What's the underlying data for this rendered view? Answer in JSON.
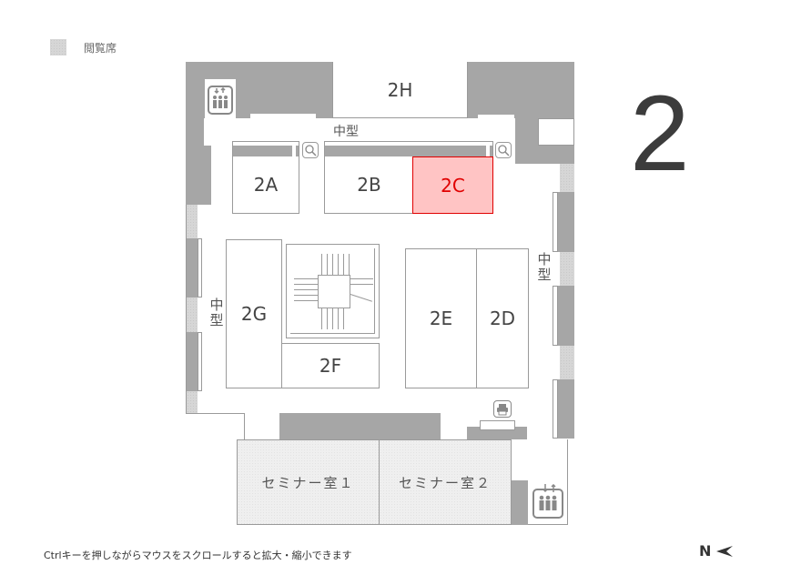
{
  "legend": {
    "swatch_label": "閲覧席",
    "swatch_color": "#d6d6d6"
  },
  "floor": {
    "number": "2"
  },
  "rooms": {
    "2A": "2A",
    "2B": "2B",
    "2C": "2C",
    "2D": "2D",
    "2E": "2E",
    "2F": "2F",
    "2G": "2G",
    "2H": "2H",
    "seminar1": "セミナー室１",
    "seminar2": "セミナー室２"
  },
  "selected_room": "2C",
  "colors": {
    "selected_fill": "#ffc4c4",
    "selected_border": "#e00000",
    "wall": "#a6a6a6",
    "seat": "#d6d6d6"
  },
  "labels": {
    "medium_top": "中型",
    "medium_left_1": "中",
    "medium_left_2": "型",
    "medium_right_1": "中",
    "medium_right_2": "型"
  },
  "icons": {
    "elevator_top": "elevator-icon",
    "elevator_bottom": "elevator-icon",
    "printer": "printer-icon",
    "search_2a": "search-icon",
    "search_2b": "search-icon",
    "compass": "north-arrow-icon"
  },
  "footer": {
    "hint": "Ctrlキーを押しながらマウスをスクロールすると拡大・縮小できます",
    "compass_label": "N"
  }
}
